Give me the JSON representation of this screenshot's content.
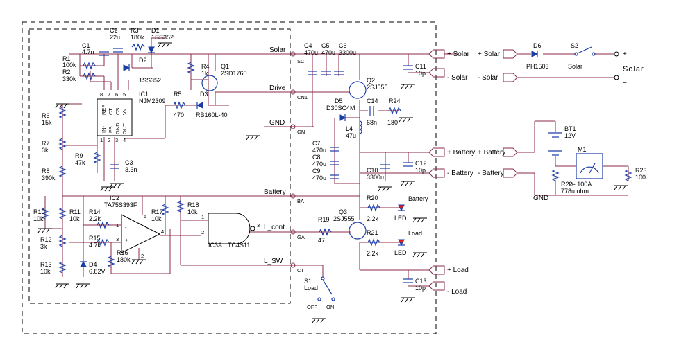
{
  "components": [
    {
      "ref": "C1",
      "value": "4.7n"
    },
    {
      "ref": "C2",
      "value": "22u"
    },
    {
      "ref": "R3",
      "value": "180k"
    },
    {
      "ref": "D1",
      "value": "1SS352"
    },
    {
      "ref": "R1",
      "value": "100k"
    },
    {
      "ref": "R2",
      "value": "330k"
    },
    {
      "ref": "D2",
      "value": "1SS352"
    },
    {
      "ref": "R4",
      "value": "1k"
    },
    {
      "ref": "Q1",
      "value": "2SD1760"
    },
    {
      "ref": "D3",
      "value": "RB160L-40"
    },
    {
      "ref": "IC1",
      "value": "NJM2309"
    },
    {
      "ref": "R5",
      "value": "470"
    },
    {
      "ref": "R6",
      "value": "15k"
    },
    {
      "ref": "R7",
      "value": "3k"
    },
    {
      "ref": "R8",
      "value": "390k"
    },
    {
      "ref": "R9",
      "value": "47k"
    },
    {
      "ref": "C3",
      "value": "3.3n"
    },
    {
      "ref": "C4",
      "value": "470u"
    },
    {
      "ref": "C5",
      "value": "470u"
    },
    {
      "ref": "C6",
      "value": "3300u"
    },
    {
      "ref": "Q2",
      "value": "2SJ555"
    },
    {
      "ref": "D5",
      "value": "D30SC4M"
    },
    {
      "ref": "C14",
      "value": "68n"
    },
    {
      "ref": "R24",
      "value": "180"
    },
    {
      "ref": "L4",
      "value": "47u"
    },
    {
      "ref": "C7",
      "value": "470u"
    },
    {
      "ref": "C8",
      "value": "470u"
    },
    {
      "ref": "C9",
      "value": "470u"
    },
    {
      "ref": "C10",
      "value": "3300u"
    },
    {
      "ref": "C11",
      "value": "10p"
    },
    {
      "ref": "C12",
      "value": "10p"
    },
    {
      "ref": "C13",
      "value": "10p"
    },
    {
      "ref": "IC2",
      "value": "TA75S393F"
    },
    {
      "ref": "R10",
      "value": "10k"
    },
    {
      "ref": "R11",
      "value": "10k"
    },
    {
      "ref": "R14",
      "value": "2.2k"
    },
    {
      "ref": "R17",
      "value": "10k"
    },
    {
      "ref": "R18",
      "value": "10k"
    },
    {
      "ref": "R12",
      "value": "3k"
    },
    {
      "ref": "R15",
      "value": "4.7k"
    },
    {
      "ref": "R16",
      "value": "180k"
    },
    {
      "ref": "R13",
      "value": "10k"
    },
    {
      "ref": "D4",
      "value": "6.82V"
    },
    {
      "ref": "IC3A",
      "value": "TC4S11"
    },
    {
      "ref": "R19",
      "value": "47"
    },
    {
      "ref": "Q3",
      "value": "2SJ555"
    },
    {
      "ref": "R20",
      "value": "2.2k"
    },
    {
      "ref": "R21",
      "value": "2.2k"
    },
    {
      "ref": "D6",
      "value": "PH1503"
    },
    {
      "ref": "S2",
      "value": "Solar"
    },
    {
      "ref": "BT1",
      "value": "12V"
    },
    {
      "ref": "M1",
      "value": "+/- 100A"
    },
    {
      "ref": "R22",
      "value": "778u ohm"
    },
    {
      "ref": "R23",
      "value": "100"
    },
    {
      "ref": "S1",
      "value": "Load"
    }
  ],
  "ic_pins": {
    "ic1": [
      "REF",
      "CT",
      "CS",
      "Vs",
      "IN-",
      "FB",
      "GND",
      "OUT"
    ],
    "ic1_numbers": [
      "8",
      "7",
      "6",
      "5",
      "1",
      "2",
      "3",
      "4"
    ],
    "ic2_numbers": [
      "1",
      "3",
      "4",
      "5",
      "2"
    ],
    "ic3_numbers": [
      "1",
      "2",
      "3"
    ]
  },
  "nets": {
    "solar": "Solar",
    "drive": "Drive",
    "gnd": "GND",
    "battery": "Battery",
    "l_cont": "L_cont",
    "l_sw": "L_SW",
    "gnd_ext": "GND"
  },
  "connectors": [
    "SC",
    "CN1",
    "GN",
    "BA",
    "GA",
    "CT"
  ],
  "ports": {
    "p1": "+ Solar",
    "p2": "- Solar",
    "p3": "+ Battery",
    "p4": "- Battery",
    "p5": "+ Load",
    "p6": "- Load"
  },
  "external": {
    "plus_solar": "+ Solar",
    "minus_solar": "- Solar",
    "plus_battery": "+ Battery",
    "minus_battery": "- Battery",
    "solar_terminal": "Solar",
    "plus": "+",
    "minus": "−"
  },
  "leds": {
    "battery_led": "LED",
    "battery_label": "Battery",
    "load_led": "LED",
    "load_label": "Load"
  },
  "switch": {
    "off": "OFF",
    "on": "ON"
  },
  "polarity": {
    "plus": "+",
    "minus": "-"
  }
}
